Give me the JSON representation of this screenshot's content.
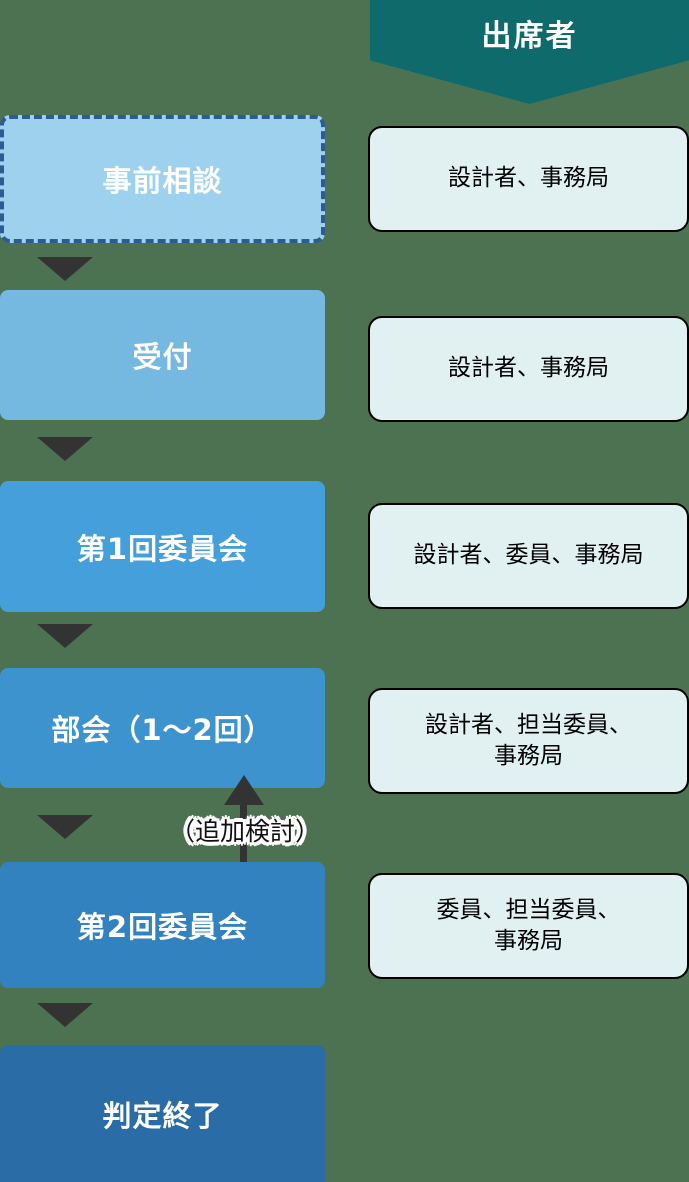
{
  "header": {
    "label": "出席者"
  },
  "colors": {
    "page_background": "#4d7252",
    "banner": "#0f6b6b",
    "step_1": "#9ed1ed",
    "step_2": "#75b8e0",
    "step_3": "#459fda",
    "step_4": "#3d93cd",
    "step_5": "#3382c0",
    "step_6": "#2a6ca5",
    "dashed_border": "#2c5c96",
    "arrow": "#333333",
    "attendee_fill": "#e1f0f0",
    "attendee_border": "#000000",
    "step_text": "#ffffff",
    "attendee_text": "#000000"
  },
  "steps": [
    {
      "label": "事前相談",
      "style": "dashed"
    },
    {
      "label": "受付",
      "style": "solid"
    },
    {
      "label": "第1回委員会",
      "style": "solid"
    },
    {
      "label": "部会（1〜2回）",
      "style": "solid"
    },
    {
      "label": "第2回委員会",
      "style": "solid"
    },
    {
      "label": "判定終了",
      "style": "solid"
    }
  ],
  "attendees": [
    {
      "lines": [
        "設計者、事務局"
      ]
    },
    {
      "lines": [
        "設計者、事務局"
      ]
    },
    {
      "lines": [
        "設計者、委員、事務局"
      ]
    },
    {
      "lines": [
        "設計者、担当委員、",
        "事務局"
      ]
    },
    {
      "lines": [
        "委員、担当委員、",
        "事務局"
      ]
    }
  ],
  "feedback_arrow": {
    "label": "（追加検討）",
    "direction": "up",
    "from_step": "第2回委員会",
    "to_step": "部会（1〜2回）"
  },
  "down_arrows": 5
}
